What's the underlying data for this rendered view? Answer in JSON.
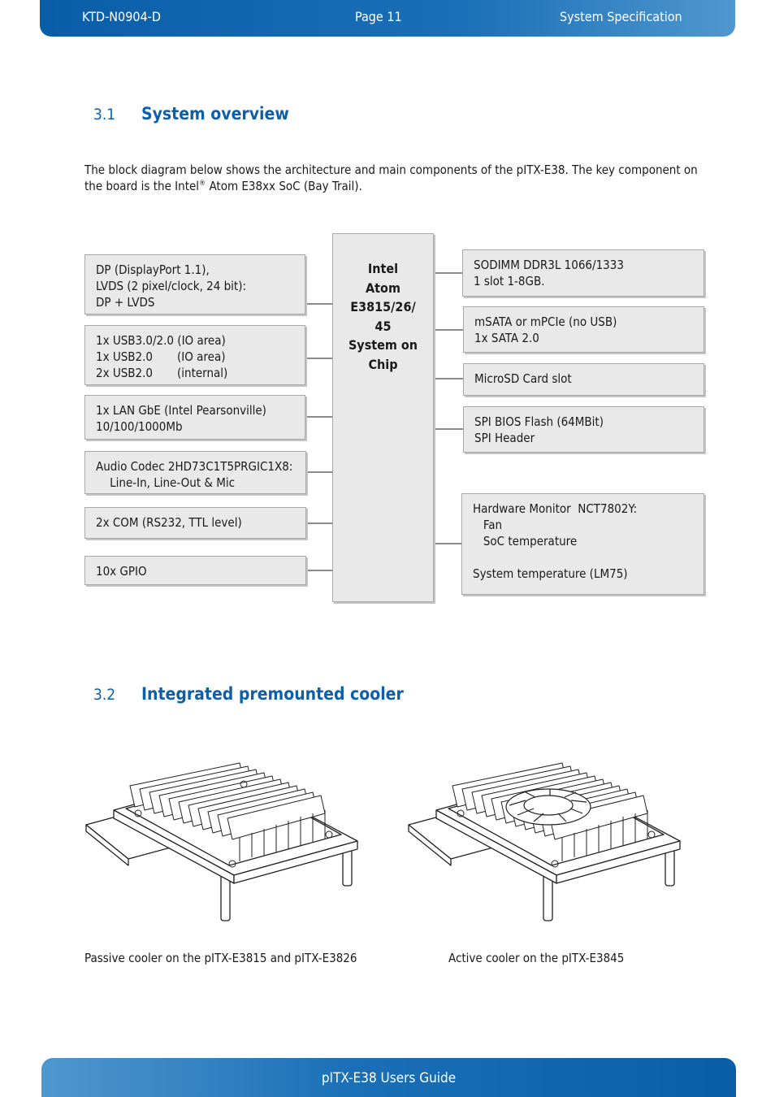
{
  "header": {
    "doc_id": "KTD-N0904-D",
    "page": "Page 11",
    "section": "System Specification"
  },
  "sections": [
    {
      "number": "3.1",
      "title": "System overview"
    },
    {
      "number": "3.2",
      "title": "Integrated premounted cooler"
    }
  ],
  "intro": {
    "before_mark": "The block diagram below shows the architecture and main components of the pITX-E38. The key component on the board is the Intel",
    "mark": "®",
    "after_mark": " Atom E38xx SoC (Bay Trail)."
  },
  "diagram": {
    "cpu_lines": [
      "Intel",
      "Atom",
      "E3815/26/",
      "45",
      "System on",
      "Chip"
    ],
    "left_blocks": [
      "DP (DisplayPort 1.1),\nLVDS (2 pixel/clock, 24 bit):\nDP + LVDS",
      "1x USB3.0/2.0 (IO area)\n1x USB2.0       (IO area)\n2x USB2.0       (internal)",
      "1x LAN GbE (Intel Pearsonville)\n10/100/1000Mb",
      "Audio Codec 2HD73C1T5PRGIC1X8:\n    Line-In, Line-Out & Mic",
      "2x COM (RS232, TTL level)",
      "10x GPIO"
    ],
    "right_blocks": [
      "SODIMM DDR3L 1066/1333\n1 slot 1-8GB.",
      "mSATA or mPCIe (no USB)\n1x SATA 2.0",
      "MicroSD Card slot",
      "SPI BIOS Flash (64MBit)\nSPI Header",
      "Hardware Monitor  NCT7802Y:\n   Fan\n   SoC temperature\n\nSystem temperature (LM75)"
    ]
  },
  "captions": {
    "passive": "Passive cooler on the pITX-E3815 and pITX-E3826",
    "active": "Active cooler on the pITX-E3845"
  },
  "footer": {
    "title": "pITX-E38 Users Guide"
  }
}
